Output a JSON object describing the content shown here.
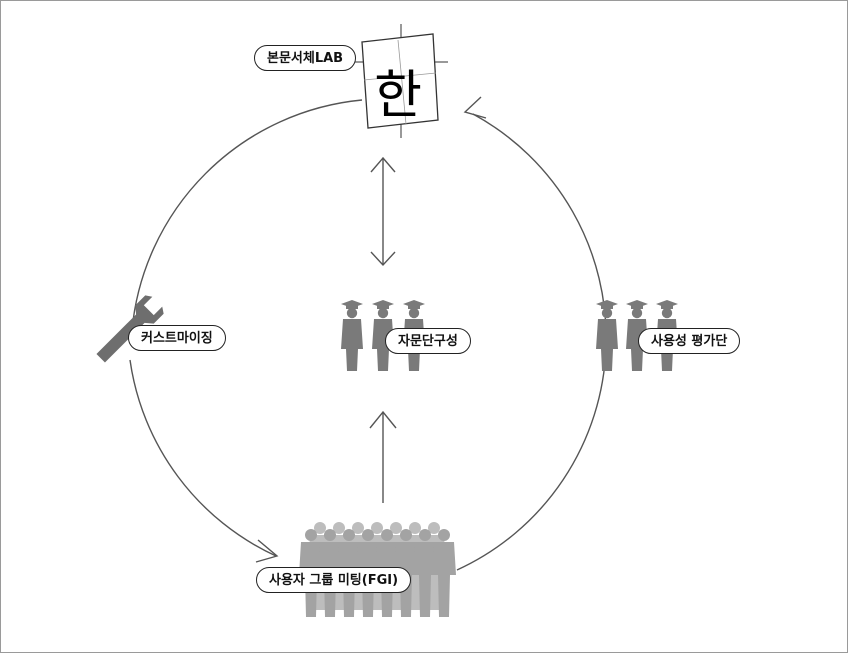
{
  "nodes": {
    "lab": {
      "label": "본문서체LAB",
      "glyph": "한"
    },
    "customizing": {
      "label": "커스트마이징"
    },
    "advisory": {
      "label": "자문단구성"
    },
    "usability": {
      "label": "사용성 평가단"
    },
    "fgi": {
      "label": "사용자 그룹 미팅(FGI)"
    }
  },
  "colors": {
    "line": "#555555",
    "figure_dark": "#7a7a7a",
    "figure_light": "#b3b3b3",
    "wrench": "#6e6e6e"
  }
}
